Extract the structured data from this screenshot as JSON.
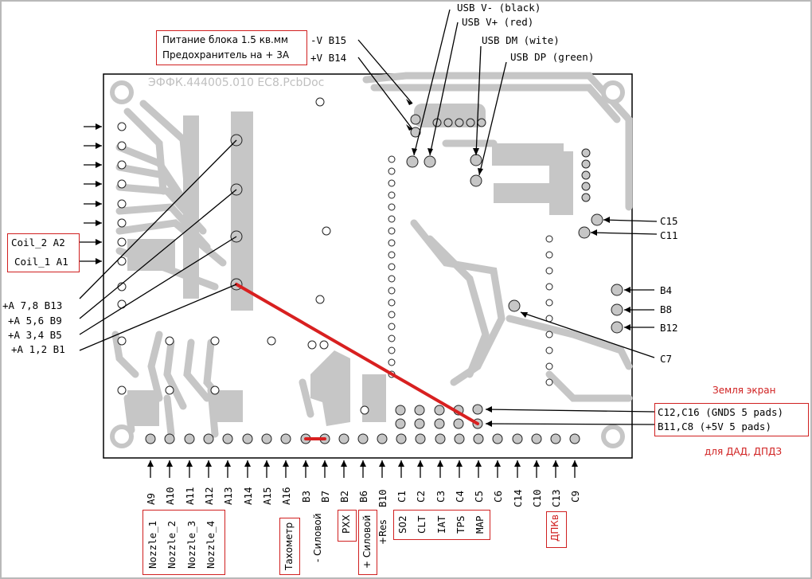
{
  "board_title": "ЭФФК.444005.010 EC8.PcbDoc",
  "power_note": {
    "line1": "Питание блока 1.5 кв.мм",
    "line2": "Предохранитель на + 3А"
  },
  "power_pins": {
    "neg": "-V B15",
    "pos": "+V B14"
  },
  "usb": {
    "vminus": "USB V- (black)",
    "vplus": "USB V+ (red)",
    "dm": "USB DM (wite)",
    "dp": "USB DP (green)"
  },
  "coils": {
    "coil2": "Coil_2 A2",
    "coil1": "Coil_1 A1"
  },
  "plus_a": [
    "+A 7,8 B13",
    "+A 5,6 B9",
    "+A 3,4 B5",
    "+A 1,2 B1"
  ],
  "right_labels": {
    "c15": "C15",
    "c11": "C11",
    "b4": "B4",
    "b8": "B8",
    "b12": "B12",
    "c7": "C7"
  },
  "ground_note": "Земля экран",
  "gnd_pads": "C12,C16 (GNDS 5 pads)",
  "v5_pads": "B11,C8 (+5V 5 pads)",
  "dad_note": "для ДАД, ДПДЗ",
  "bottom_pins": [
    "A9",
    "A10",
    "A11",
    "A12",
    "A13",
    "A14",
    "A15",
    "A16",
    "B3",
    "B7",
    "B2",
    "B6",
    "B10",
    "C1",
    "C2",
    "C3",
    "C4",
    "C5",
    "C6",
    "C14",
    "C10",
    "C13",
    "C9"
  ],
  "bottom_funcs": {
    "nozzle1": "Nozzle_1",
    "nozzle2": "Nozzle_2",
    "nozzle3": "Nozzle_3",
    "nozzle4": "Nozzle_4",
    "taho": "Тахометр",
    "neg_power": "- Силовой",
    "pxx": "РХХ",
    "pos_power": "+ Силовой",
    "res": "+Res",
    "so2": "SO2",
    "clt": "CLT",
    "iat": "IAT",
    "tps": "TPS",
    "map": "MAP",
    "dpkv": "ДПКв"
  },
  "colors": {
    "pcb_grey": "#c6c6c6",
    "highlight_red": "#d82020",
    "label_box_red": "#d02020"
  }
}
